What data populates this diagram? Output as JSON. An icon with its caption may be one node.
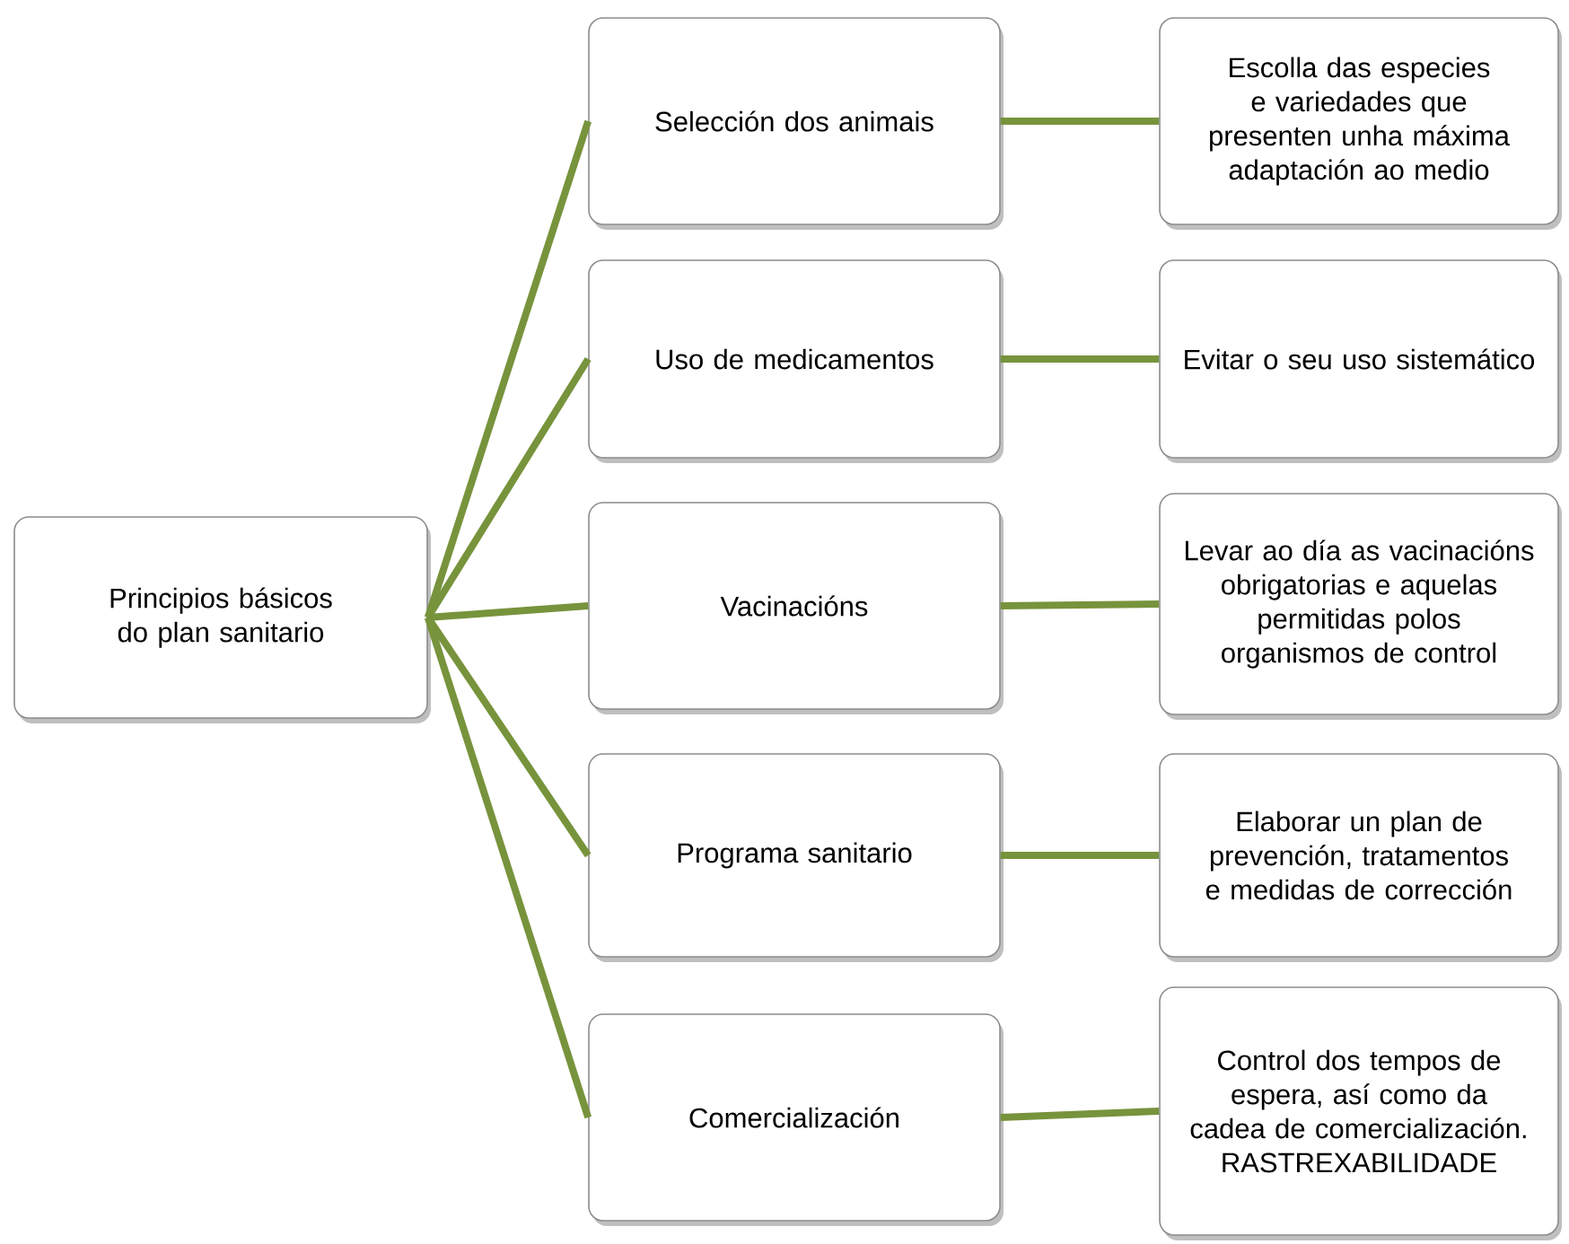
{
  "diagram": {
    "nodes": [
      {
        "text": [
          "Principios básicos do plan sanitario"
        ]
      },
      {
        "text": [
          "Selección dos animais"
        ]
      },
      {
        "text": [
          "Uso de medicamentos"
        ]
      },
      {
        "text": [
          "Vacinacións"
        ]
      },
      {
        "text": [
          "Programa sanitario"
        ]
      },
      {
        "text": [
          "Comercialización"
        ]
      },
      {
        "text": [
          "Escolla das especies e variedades que presenten unha máxima adaptación ao medio"
        ]
      },
      {
        "text": [
          "Evitar o seu uso sistemático"
        ]
      },
      {
        "text": [
          "Levar ao día as vacinacións obrigatorias e aquelas permitidas polos organismos de control"
        ]
      },
      {
        "text": [
          "Elaborar un plan de prevención, tratamentos e medidas de corrección"
        ]
      },
      {
        "text": [
          "Control dos tempos de espera, así como da cadea de comercialización. RASTREXABILIDADE"
        ]
      }
    ],
    "edges": [
      {
        "from": 0,
        "to": 1,
        "arrow": "none"
      },
      {
        "from": 0,
        "to": 2,
        "arrow": "none"
      },
      {
        "from": 0,
        "to": 3,
        "arrow": "none"
      },
      {
        "from": 0,
        "to": 4,
        "arrow": "none"
      },
      {
        "from": 0,
        "to": 5,
        "arrow": "none"
      },
      {
        "from": 1,
        "to": 6,
        "arrow": "none"
      },
      {
        "from": 2,
        "to": 7,
        "arrow": "none"
      },
      {
        "from": 3,
        "to": 8,
        "arrow": "none"
      },
      {
        "from": 4,
        "to": 9,
        "arrow": "none"
      },
      {
        "from": 5,
        "to": 10,
        "arrow": "none"
      }
    ]
  }
}
